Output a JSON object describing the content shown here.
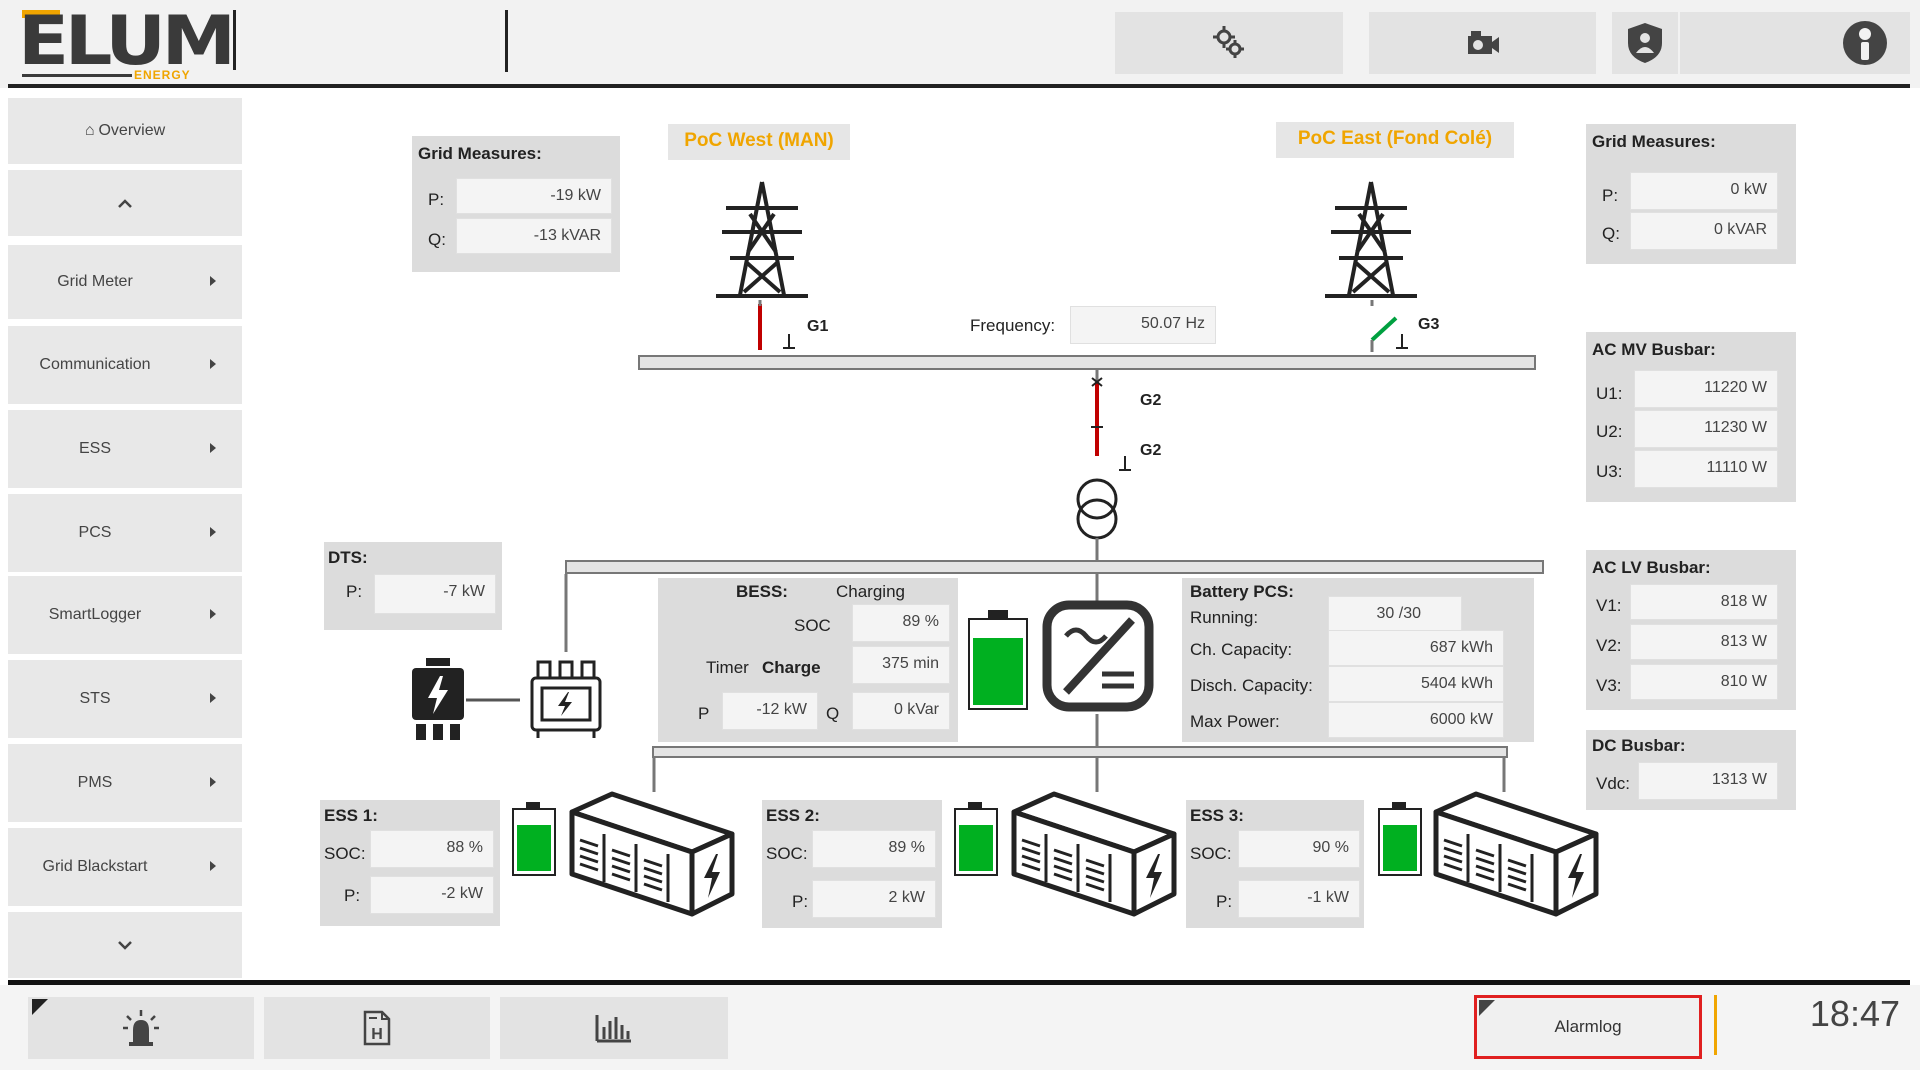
{
  "header": {
    "logo_text": "ELUM",
    "logo_subtext": "ENERGY",
    "icons": [
      "gears-icon",
      "camera-icon",
      "shield-icon",
      "info-icon"
    ]
  },
  "sidebar": {
    "items": [
      {
        "label": "Overview",
        "icon": "home-icon"
      },
      {
        "label": "",
        "icon": "chevron-up-icon"
      },
      {
        "label": "Grid Meter"
      },
      {
        "label": "Communication"
      },
      {
        "label": "ESS"
      },
      {
        "label": "PCS"
      },
      {
        "label": "SmartLogger"
      },
      {
        "label": "STS"
      },
      {
        "label": "PMS"
      },
      {
        "label": "Grid Blackstart"
      },
      {
        "label": "",
        "icon": "chevron-down-icon"
      }
    ]
  },
  "poc_west": {
    "label": "PoC West (MAN)",
    "grid_label": "G1"
  },
  "poc_east": {
    "label": "PoC East (Fond Colé)",
    "grid_label": "G3"
  },
  "grid_left": {
    "title": "Grid Measures:",
    "p_label": "P:",
    "p": "-19 kW",
    "q_label": "Q:",
    "q": "-13 kVAR"
  },
  "grid_right": {
    "title": "Grid Measures:",
    "p_label": "P:",
    "p": "0 kW",
    "q_label": "Q:",
    "q": "0 kVAR"
  },
  "frequency": {
    "label": "Frequency:",
    "value": "50.07 Hz"
  },
  "breaker_labels": {
    "g2_top": "G2",
    "g2_bottom": "G2"
  },
  "ac_mv": {
    "title": "AC MV Busbar:",
    "u1_label": "U1:",
    "u1": "11220 W",
    "u2_label": "U2:",
    "u2": "11230 W",
    "u3_label": "U3:",
    "u3": "11110 W"
  },
  "ac_lv": {
    "title": "AC LV Busbar:",
    "v1_label": "V1:",
    "v1": "818 W",
    "v2_label": "V2:",
    "v2": "813 W",
    "v3_label": "V3:",
    "v3": "810 W"
  },
  "dc": {
    "title": "DC Busbar:",
    "vdc_label": "Vdc:",
    "vdc": "1313 W"
  },
  "dts": {
    "title": "DTS:",
    "p_label": "P:",
    "p": "-7 kW"
  },
  "bess": {
    "title": "BESS:",
    "status": "Charging",
    "soc_label": "SOC",
    "soc": "89 %",
    "timer_label": "Timer",
    "timer_mode": "Charge",
    "timer": "375 min",
    "p_label": "P",
    "p": "-12 kW",
    "q_label": "Q",
    "q": "0 kVar",
    "battery_level": 0.82
  },
  "pcs": {
    "title": "Battery PCS:",
    "running_label": "Running:",
    "running": "30 /30",
    "ch_label": "Ch. Capacity:",
    "ch": "687 kWh",
    "disch_label": "Disch. Capacity:",
    "disch": "5404 kWh",
    "max_label": "Max Power:",
    "max": "6000 kW"
  },
  "ess": [
    {
      "title": "ESS 1:",
      "soc_label": "SOC:",
      "soc": "88 %",
      "p_label": "P:",
      "p": "-2 kW",
      "battery_level": 0.8
    },
    {
      "title": "ESS 2:",
      "soc_label": "SOC:",
      "soc": "89 %",
      "p_label": "P:",
      "p": "2 kW",
      "battery_level": 0.8
    },
    {
      "title": "ESS 3:",
      "soc_label": "SOC:",
      "soc": "90 %",
      "p_label": "P:",
      "p": "-1 kW",
      "battery_level": 0.8
    }
  ],
  "footer": {
    "icons": [
      "alarm-light-icon",
      "document-h-icon",
      "bar-chart-icon"
    ],
    "alarmlog_label": "Alarmlog",
    "clock": "18:47"
  },
  "colors": {
    "accent": "#f0a500",
    "battery": "#00b020",
    "breaker_closed": "#c00000",
    "breaker_open": "#00a040",
    "alarm_border": "#e02020"
  }
}
